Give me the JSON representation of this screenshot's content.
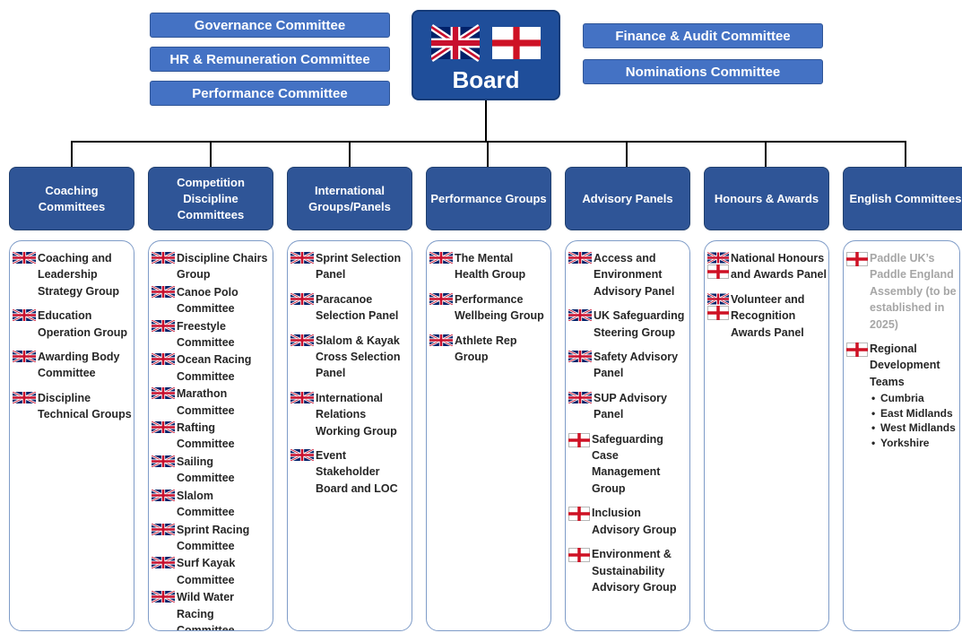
{
  "board": {
    "label": "Board"
  },
  "left_committees": [
    "Governance Committee",
    "HR & Remuneration Committee",
    "Performance Committee"
  ],
  "right_committees": [
    "Finance & Audit Committee",
    "Nominations Committee"
  ],
  "columns": [
    {
      "header": "Coaching Committees",
      "items": [
        {
          "text": "Coaching and Leadership Strategy Group",
          "flag": "uk-flag"
        },
        {
          "text": "Education Operation Group",
          "flag": "uk-flag"
        },
        {
          "text": "Awarding Body Committee",
          "flag": "uk-flag"
        },
        {
          "text": "Discipline Technical Groups",
          "flag": "uk-flag"
        }
      ]
    },
    {
      "header": "Competition Discipline Committees",
      "items": [
        {
          "text": "Discipline Chairs Group",
          "flag": "uk-flag"
        },
        {
          "text": "Canoe Polo Committee",
          "flag": "uk-flag"
        },
        {
          "text": "Freestyle Committee",
          "flag": "uk-flag"
        },
        {
          "text": "Ocean Racing Committee",
          "flag": "uk-flag"
        },
        {
          "text": "Marathon Committee",
          "flag": "uk-flag"
        },
        {
          "text": "Rafting Committee",
          "flag": "uk-flag"
        },
        {
          "text": "Sailing Committee",
          "flag": "uk-flag"
        },
        {
          "text": "Slalom Committee",
          "flag": "uk-flag"
        },
        {
          "text": "Sprint Racing Committee",
          "flag": "uk-flag"
        },
        {
          "text": "Surf Kayak Committee",
          "flag": "uk-flag"
        },
        {
          "text": "Wild Water Racing Committee",
          "flag": "uk-flag"
        }
      ]
    },
    {
      "header": "International Groups/Panels",
      "items": [
        {
          "text": "Sprint Selection Panel",
          "flag": "uk-flag"
        },
        {
          "text": "Paracanoe Selection Panel",
          "flag": "uk-flag"
        },
        {
          "text": "Slalom & Kayak Cross Selection Panel",
          "flag": "uk-flag"
        },
        {
          "text": "International Relations Working Group",
          "flag": "uk-flag"
        },
        {
          "text": "Event Stakeholder Board and LOC",
          "flag": "uk-flag"
        }
      ]
    },
    {
      "header": "Performance Groups",
      "items": [
        {
          "text": "The Mental Health Group",
          "flag": "uk-flag"
        },
        {
          "text": "Performance Wellbeing Group",
          "flag": "uk-flag"
        },
        {
          "text": "Athlete Rep Group",
          "flag": "uk-flag"
        }
      ]
    },
    {
      "header": "Advisory Panels",
      "items": [
        {
          "text": "Access and Environment Advisory Panel",
          "flag": "uk-flag"
        },
        {
          "text": "UK Safeguarding Steering Group",
          "flag": "uk-flag"
        },
        {
          "text": "Safety Advisory Panel",
          "flag": "uk-flag"
        },
        {
          "text": "SUP Advisory Panel",
          "flag": "uk-flag"
        },
        {
          "text": "Safeguarding Case Management Group",
          "flag": "england-flag"
        },
        {
          "text": "Inclusion Advisory Group",
          "flag": "england-flag"
        },
        {
          "text": "Environment & Sustainability Advisory Group",
          "flag": "england-flag"
        }
      ]
    },
    {
      "header": "Honours & Awards",
      "items": [
        {
          "text": "National Honours and Awards Panel",
          "flag": "uk-and-england-flags"
        },
        {
          "text": "Volunteer and Recognition Awards Panel",
          "flag": "uk-and-england-flags"
        }
      ]
    },
    {
      "header": "English Committees",
      "items": [
        {
          "text": "Paddle UK’s Paddle England Assembly (to be established in 2025)",
          "flag": "england-flag",
          "muted": true
        },
        {
          "text": "Regional Development Teams",
          "flag": "england-flag",
          "bullets": [
            "Cumbria",
            "East Midlands",
            "West Midlands",
            "Yorkshire"
          ]
        }
      ]
    }
  ],
  "colors": {
    "committee_blue": "#4472c4",
    "board_blue": "#1f4e9a",
    "header_blue": "#2f5597",
    "panel_border": "#7f9cc8",
    "muted_text": "#a6a6a6"
  }
}
